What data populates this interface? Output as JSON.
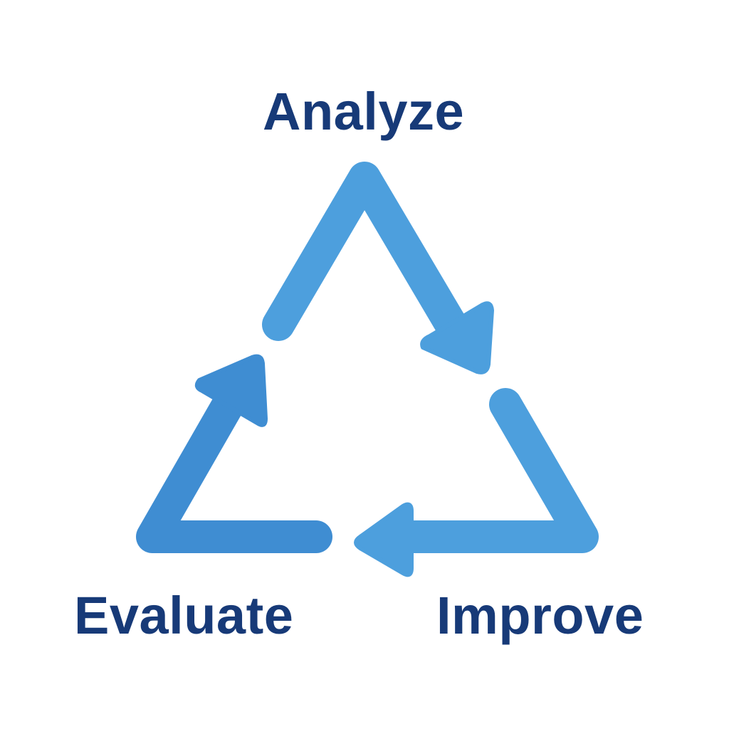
{
  "colors": {
    "label_text": "#173a78",
    "arrow_right": "#4d9fdd",
    "arrow_bottom": "#4d9fdd",
    "arrow_left": "#3f8dd2",
    "background": "#ffffff"
  },
  "labels": {
    "analyze": "Analyze",
    "evaluate": "Evaluate",
    "improve": "Improve"
  }
}
